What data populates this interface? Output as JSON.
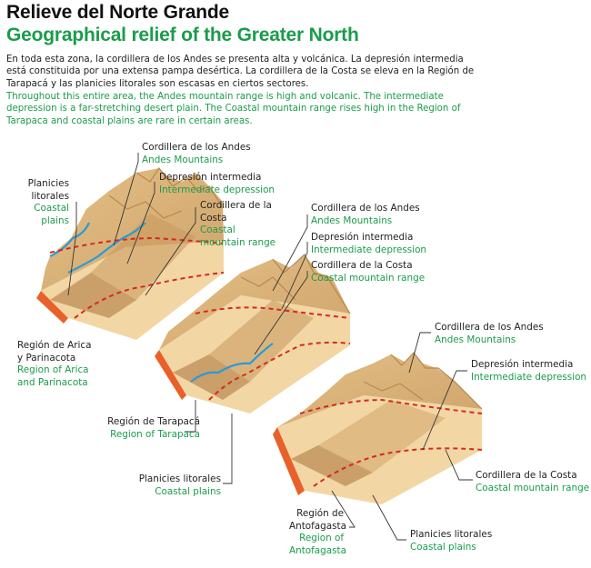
{
  "title_es": "Relieve del Norte Grande",
  "title_en": "Geographical relief of the Greater North",
  "intro_es": "En toda esta zona, la cordillera de los Andes se presenta alta y volcánica. La depresión intermedia está constituida por una extensa pampa desértica. La cordillera de la Costa se eleva en la Región de Tarapacá y las planicies litorales son escasas en ciertos sectores.",
  "intro_en": "Throughout this entire area, the Andes mountain range is high and volcanic. The intermediate depression is a far-stretching desert plain. The Coastal mountain range rises high in the Region of Tarapaca and coastal plains are rare in certain areas.",
  "colors": {
    "title_green": "#1a9c4a",
    "terrain": "#d9b27a",
    "side": "#f0d29c",
    "coast": "#e8612a",
    "river": "#2a9ad8",
    "boundary": "#d62a1e"
  },
  "block1": {
    "andes_es": "Cordillera de los Andes",
    "andes_en": "Andes Mountains",
    "depression_es": "Depresión intermedia",
    "depression_en": "Intermediate depression",
    "coastal_es_1": "Cordillera de la",
    "coastal_es_2": "Costa",
    "coastal_en_1": "Coastal",
    "coastal_en_2": "mountain range",
    "plains_es_1": "Planicies",
    "plains_es_2": "litorales",
    "plains_en_1": "Coastal",
    "plains_en_2": "plains",
    "region_es_1": "Región de Arica",
    "region_es_2": "y Parinacota",
    "region_en_1": "Region of Arica",
    "region_en_2": "and Parinacota"
  },
  "block2": {
    "andes_es": "Cordillera de los Andes",
    "andes_en": "Andes Mountains",
    "depression_es": "Depresión intermedia",
    "depression_en": "Intermediate depression",
    "coastal_es": "Cordillera de la Costa",
    "coastal_en": "Coastal mountain range",
    "region_es": "Región de Tarapacá",
    "region_en": "Region of Tarapaca",
    "plains_es": "Planicies litorales",
    "plains_en": "Coastal plains"
  },
  "block3": {
    "andes_es": "Cordillera de los Andes",
    "andes_en": "Andes Mountains",
    "depression_es": "Depresión intermedia",
    "depression_en": "Intermediate depression",
    "coastal_es": "Cordillera de la Costa",
    "coastal_en": "Coastal mountain range",
    "region_es_1": "Región de",
    "region_es_2": "Antofagasta",
    "region_en_1": "Region of",
    "region_en_2": "Antofagasta",
    "plains_es": "Planicies litorales",
    "plains_en": "Coastal plains"
  }
}
